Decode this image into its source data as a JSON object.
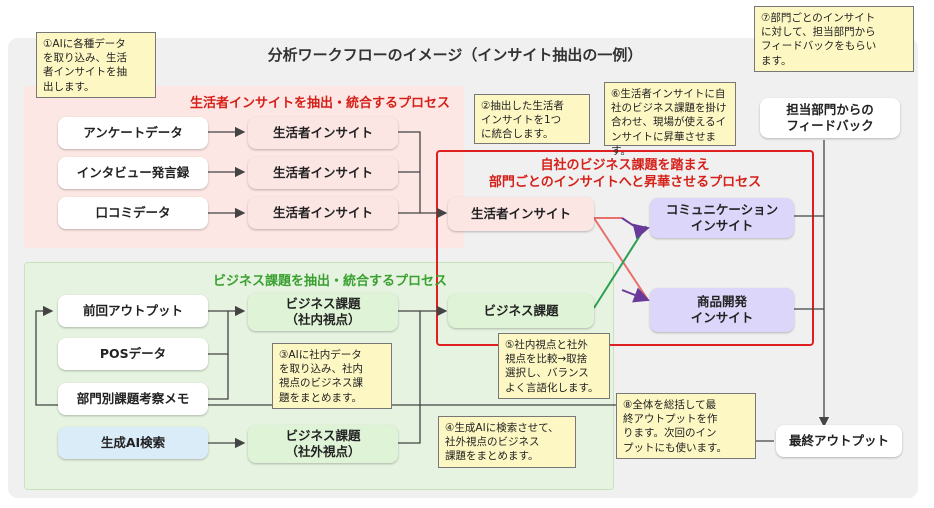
{
  "title": "分析ワークフローのイメージ（インサイト抽出の一例）",
  "zones": {
    "consumer_title": "生活者インサイトを抽出・統合するプロセス",
    "business_title": "ビジネス課題を抽出・統合するプロセス",
    "transform_title_line1": "自社のビジネス課題を踏まえ",
    "transform_title_line2": "部門ごとのインサイトへと昇華させるプロセス"
  },
  "nodes": {
    "survey": "アンケートデータ",
    "interview": "インタビュー発言録",
    "reviews": "口コミデータ",
    "insight1": "生活者インサイト",
    "insight2": "生活者インサイト",
    "insight3": "生活者インサイト",
    "insight_merged": "生活者インサイト",
    "prev_output": "前回アウトプット",
    "pos": "POSデータ",
    "dept_memo": "部門別課題考察メモ",
    "genai_search": "生成AI検索",
    "biz_internal_line1": "ビジネス課題",
    "biz_internal_line2": "（社内視点）",
    "biz_external_line1": "ビジネス課題",
    "biz_external_line2": "（社外視点）",
    "biz_merged": "ビジネス課題",
    "comm_insight_line1": "コミュニケーション",
    "comm_insight_line2": "インサイト",
    "product_insight_line1": "商品開発",
    "product_insight_line2": "インサイト",
    "feedback_line1": "担当部門からの",
    "feedback_line2": "フィードバック",
    "final_output": "最終アウトプット"
  },
  "notes": {
    "n1": [
      "①AIに各種データ",
      "を取り込み、生活",
      "者インサイトを抽",
      "出します。"
    ],
    "n2": [
      "②抽出した生活者",
      "インサイトを1つ",
      "に統合します。"
    ],
    "n3": [
      "③AIに社内データ",
      "を取り込み、社内",
      "視点のビジネス課",
      "題をまとめます。"
    ],
    "n4": [
      "④生成AIに検索させて、",
      "社外視点のビジネス",
      "課題をまとめます。"
    ],
    "n5": [
      "⑤社内視点と社外",
      "視点を比較→取捨",
      "選択し、バランス",
      "よく言語化します。"
    ],
    "n6": [
      "⑥生活者インサイトに自",
      "社のビジネス課題を掛け",
      "合わせ、現場が使えるイ",
      "ンサイトに昇華させます。"
    ],
    "n7": [
      "⑦部門ごとのインサイト",
      "に対して、担当部門から",
      "フィードバックをもらい",
      "ます。"
    ],
    "n8": [
      "⑧全体を総括して最",
      "終アウトプットを作",
      "ります。次回のイン",
      "プットにも使います。"
    ]
  },
  "colors": {
    "arrow": "#444444",
    "red_line": "#e8706a",
    "green_line": "#2aa050",
    "purple_line": "#6a3a9a",
    "zone_border_red": "#e02020"
  }
}
